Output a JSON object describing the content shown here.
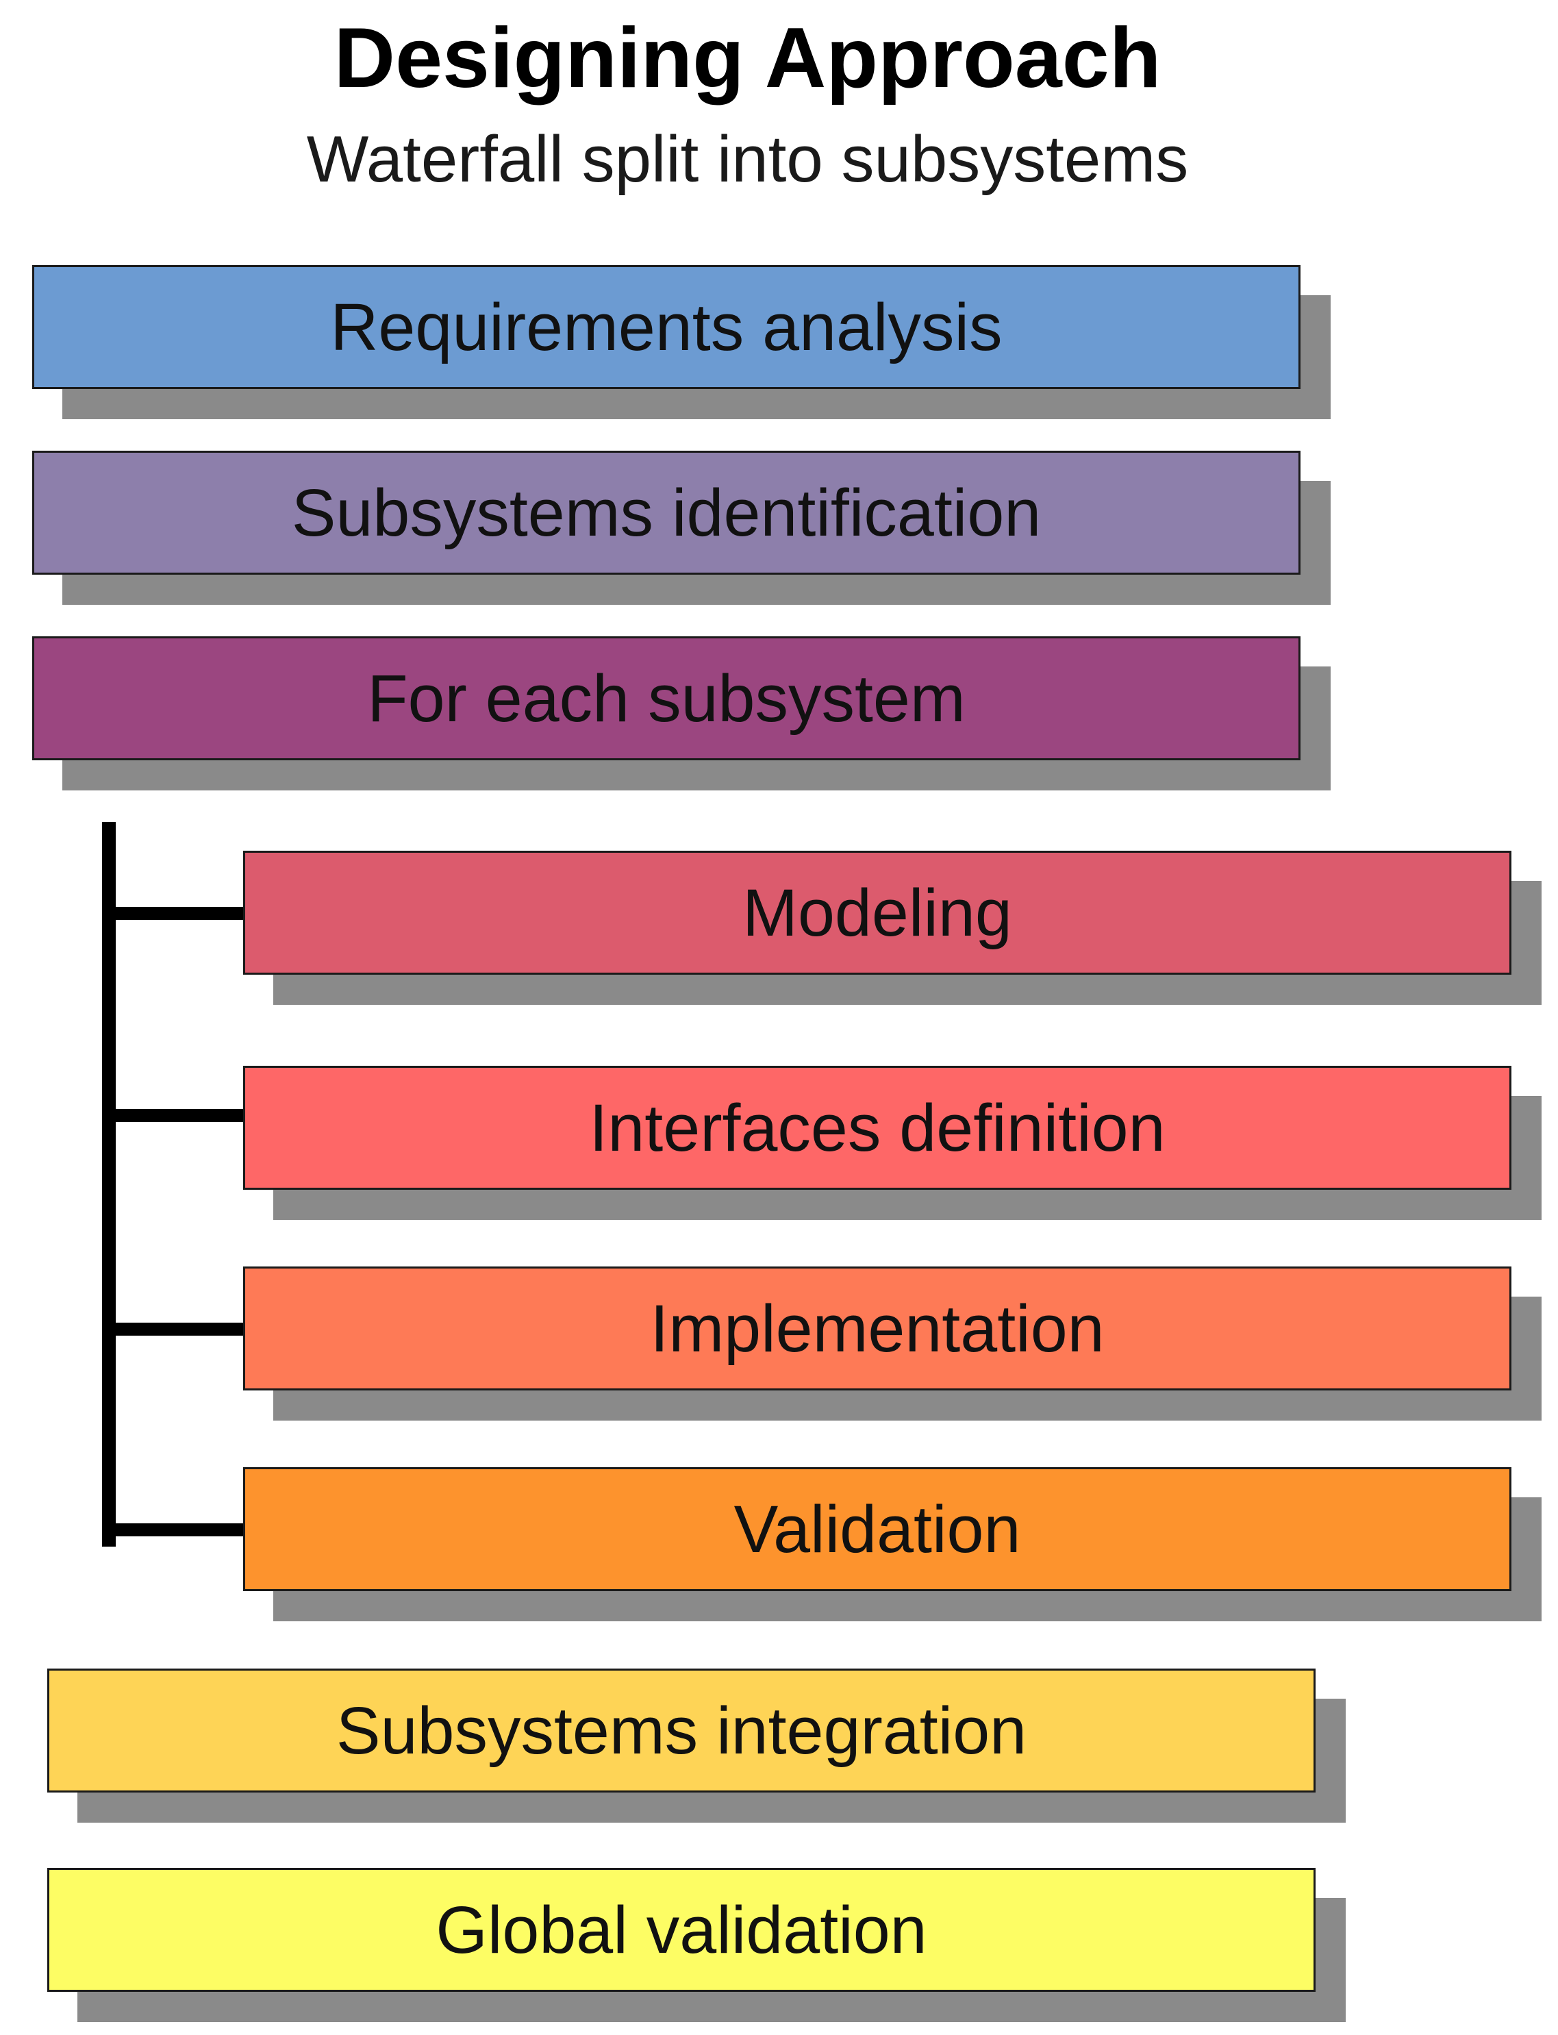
{
  "diagram": {
    "title": "Designing Approach",
    "subtitle": "Waterfall split into subsystems",
    "steps": [
      {
        "label": "Requirements analysis",
        "color": "#6c9bd2"
      },
      {
        "label": "Subsystems identification",
        "color": "#8d7fab"
      },
      {
        "label": "For each subsystem",
        "color": "#9b4680"
      },
      {
        "label": "Modeling",
        "color": "#dc5b6d"
      },
      {
        "label": "Interfaces definition",
        "color": "#fe6767"
      },
      {
        "label": "Implementation",
        "color": "#fe7a56"
      },
      {
        "label": "Validation",
        "color": "#fd932d"
      },
      {
        "label": "Subsystems integration",
        "color": "#fed456"
      },
      {
        "label": "Global validation",
        "color": "#fdfd64"
      }
    ],
    "shadow_color": "#8a8a8a",
    "connector_color": "#000000"
  }
}
